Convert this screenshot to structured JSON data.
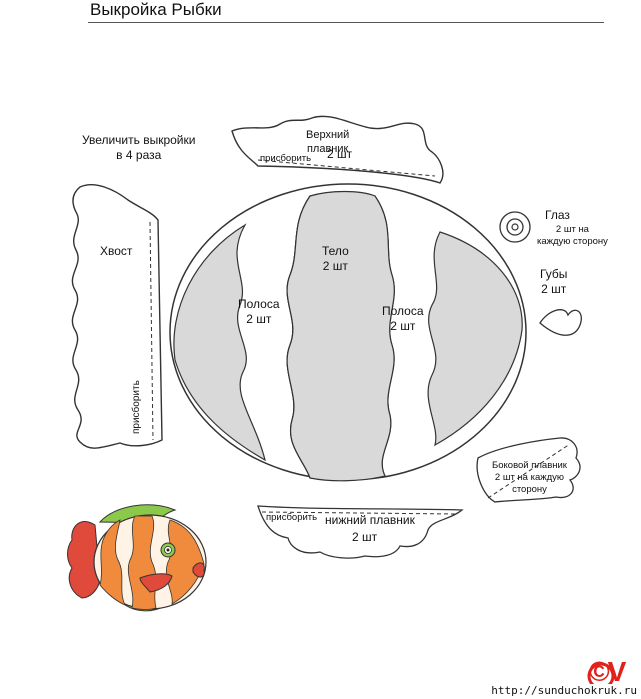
{
  "header": {
    "title": "Выкройка Рыбки"
  },
  "note": {
    "line1": "Увеличить выкройки",
    "line2": "в 4 раза"
  },
  "pieces": {
    "top_fin": {
      "name1": "Верхний",
      "name2": "плавник",
      "count": "2 шт",
      "gather": "присборить"
    },
    "tail": {
      "name": "Хвост",
      "gather": "присборить"
    },
    "body": {
      "name": "Тело",
      "count": "2 шт"
    },
    "stripe_left": {
      "name": "Полоса",
      "count": "2 шт"
    },
    "stripe_right": {
      "name": "Полоса",
      "count": "2 шт"
    },
    "eye": {
      "name": "Глаз",
      "count_line1": "2 шт на",
      "count_line2": "каждую сторону"
    },
    "lips": {
      "name": "Губы",
      "count": "2 шт"
    },
    "side_fin": {
      "name": "Боковой плавник",
      "count_line1": "2 шт на каждую",
      "count_line2": "сторону"
    },
    "bottom_fin": {
      "name": "нижний плавник",
      "count": "2 шт",
      "gather": "присборить"
    }
  },
  "watermark": {
    "symbol": "©V",
    "url": "http://sunduchokruk.ru"
  },
  "colors": {
    "stripe_fill": "#d9d9d9",
    "fish_orange": "#f08a3c",
    "fish_red": "#e04a3a",
    "fish_green": "#8cc84b",
    "watermark_red": "#e0221b"
  }
}
